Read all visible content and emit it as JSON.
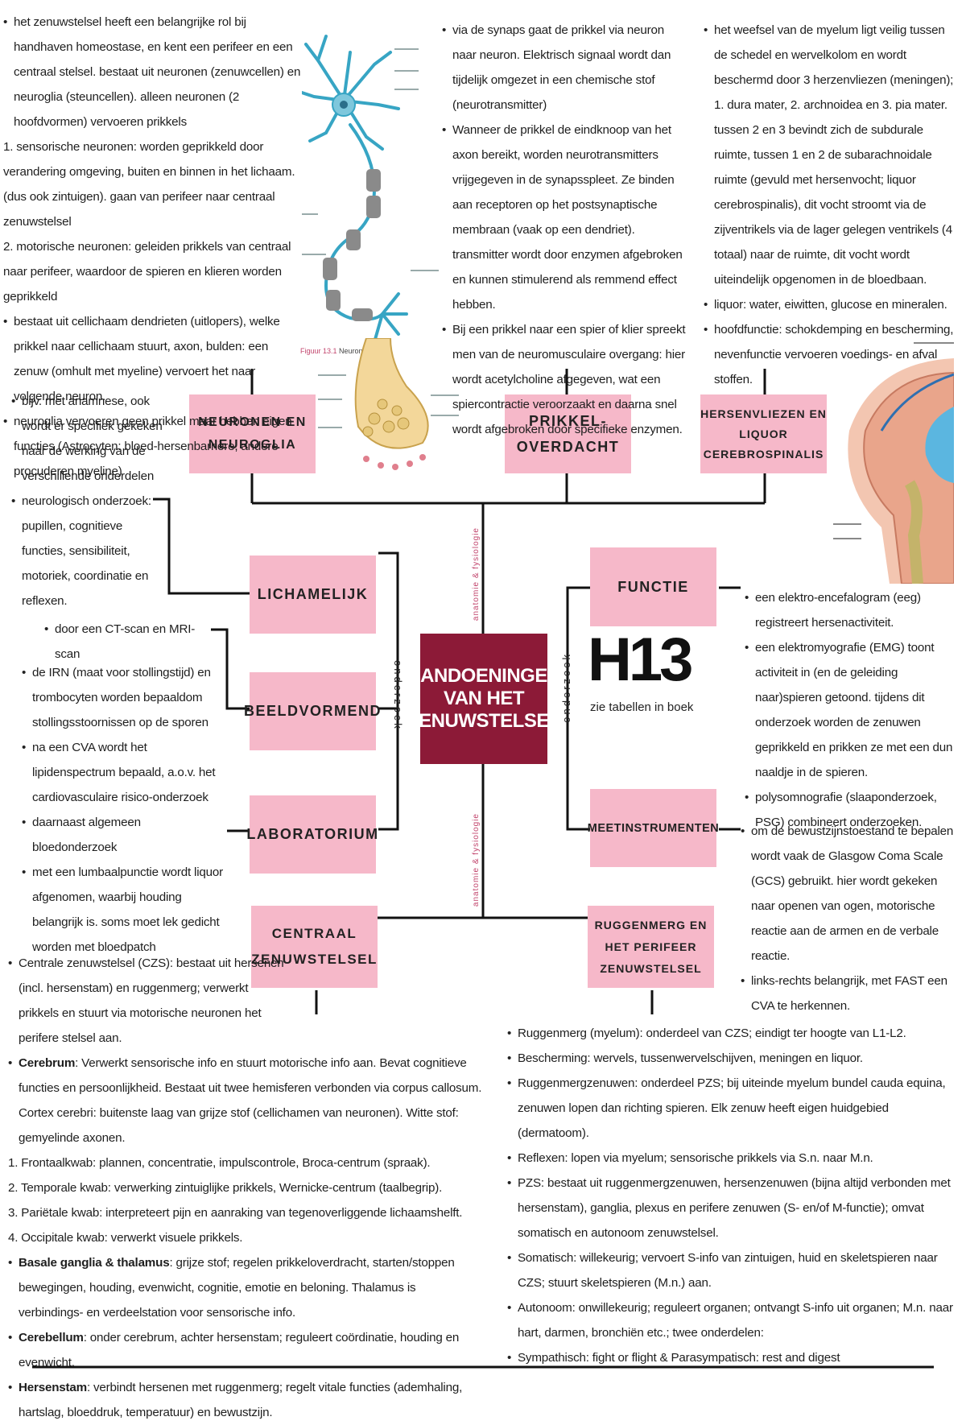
{
  "center": {
    "title": "AANDOENINGEN\nVAN HET\nZENUWSTELSEL"
  },
  "h13": {
    "title": "H13",
    "subtitle": "zie tabellen in boek"
  },
  "labels": {
    "onderzoek_left": "onderzoek",
    "onderzoek_right": "onderzoek",
    "anatomie_top": "anatomie & fysiologie",
    "anatomie_bottom": "anatomie & fysiologie"
  },
  "boxes": {
    "neuronen": "NEURONEN EN\nNEUROGLIA",
    "prikkel": "PRIKKEL-\nOVERDACHT",
    "hersenvliezen": "HERSENVLIEZEN EN\nLIQUOR\nCEREBROSPINALIS",
    "lichamelijk": "LICHAMELIJK",
    "beeldvormend": "BEELDVORMEND",
    "laboratorium": "LABORATORIUM",
    "functie": "FUNCTIE",
    "meetinstrumenten": "MEETINSTRUMENTEN",
    "centraal": "CENTRAAL\nZENUWSTELSEL",
    "ruggenmerg": "RUGGENMERG EN\nHET PERIFEER\nZENUWSTELSEL"
  },
  "figure": {
    "caption": "Figuur 13.1",
    "caption_title": "Neuron"
  },
  "neuronen_text": [
    "het zenuwstelsel heeft een belangrijke rol bij handhaven homeostase, en kent een perifeer en een centraal stelsel. bestaat uit neuronen (zenuwcellen) en neuroglia (steuncellen). alleen neuronen (2 hoofdvormen) vervoeren prikkels",
    "1. sensorische neuronen: worden geprikkeld door verandering omgeving, buiten en binnen in het lichaam. (dus ook zintuigen). gaan van perifeer naar centraal zenuwstelsel",
    "2. motorische neuronen: geleiden prikkels van centraal naar perifeer, waardoor de spieren en klieren worden geprikkeld",
    "bestaat uit cellichaam dendrieten (uitlopers), welke prikkel naar cellichaam stuurt, axon, bulden: een zenuw (omhult met myeline) vervoert het naar volgende neuron.",
    "neuroglia vervoeren geen prikkel maar hebben eigen functies (Astrocyten: bloed-hersenbarrière, andere procuderen myeline)"
  ],
  "prikkel_text": [
    "via de synaps gaat de prikkel via neuron naar neuron. Elektrisch signaal wordt dan tijdelijk omgezet in een chemische stof (neurotransmitter)",
    "Wanneer de prikkel de eindknoop van het axon bereikt, worden neurotransmitters vrijgegeven in de synapsspleet. Ze binden aan receptoren op het postsynaptische membraan (vaak op een dendriet). transmitter wordt door enzymen afgebroken en kunnen stimulerend als remmend effect hebben.",
    "Bij een prikkel naar een spier of klier spreekt men van de neuromusculaire overgang: hier wordt acetylcholine afgegeven, wat een spiercontractie veroorzaakt en daarna snel wordt afgebroken door specifieke enzymen."
  ],
  "hersenvliezen_text": [
    "het weefsel van de myelum ligt veilig tussen de schedel en wervelkolom en wordt beschermd door 3 herzenvliezen (meningen); 1. dura mater, 2. archnoidea en 3. pia mater. tussen 2 en 3 bevindt zich de subdurale ruimte, tussen 1 en 2 de subarachnoidale ruimte (gevuld met hersenvocht; liquor cerebrospinalis), dit vocht stroomt via de zijventrikels via de lager gelegen ventrikels (4 totaal) naar de ruimte, dit vocht wordt uiteindelijk opgenomen in de bloedbaan.",
    "liquor: water, eiwitten, glucose en mineralen.",
    "hoofdfunctie: schokdemping en bescherming, nevenfunctie vervoeren voedings- en afval stoffen."
  ],
  "lichamelijk_text": [
    "bijv. met anamnese, ook wordt er specifiek gekeken naar de werking van de verschillende onderdelen",
    "neurologisch onderzoek: pupillen, cognitieve functies, sensibiliteit, motoriek, coordinatie en reflexen."
  ],
  "beeldvormend_text": [
    "door een CT-scan en MRI-scan"
  ],
  "laboratorium_text": [
    "de IRN (maat voor stollingstijd) en trombocyten worden bepaaldom stollingsstoornissen op de sporen",
    "na een CVA wordt het lipidenspectrum bepaald, a.o.v. het cardiovasculaire risico-onderzoek",
    "daarnaast algemeen bloedonderzoek",
    "met een lumbaalpunctie wordt liquor afgenomen, waarbij houding belangrijk is. soms moet lek gedicht worden met bloedpatch"
  ],
  "functie_text": [
    "een elektro-encefalogram (eeg) registreert hersenactiviteit.",
    "een elektromyografie (EMG) toont activiteit in (en de geleiding naar)spieren getoond. tijdens dit onderzoek worden de zenuwen geprikkeld en prikken ze met een dun naaldje in de spieren.",
    "polysomnografie (slaaponderzoek, PSG) combineert onderzoeken."
  ],
  "meet_text": [
    "om de bewustzijnstoestand te bepalen wordt vaak de Glasgow Coma Scale (GCS) gebruikt. hier wordt gekeken naar openen van ogen, motorische reactie aan de armen en de verbale reactie.",
    "links-rechts belangrijk, met FAST een CVA te herkennen."
  ],
  "czs_text": {
    "intro": "Centrale zenuwstelsel (CZS): bestaat uit hersenen (incl. hersenstam) en ruggenmerg; verwerkt prikkels en stuurt via motorische neuronen het perifere stelsel aan.",
    "cerebrum_term": "Cerebrum",
    "cerebrum": ": Verwerkt sensorische info en stuurt motorische info aan. Bevat cognitieve functies en persoonlijkheid. Bestaat uit twee hemisferen verbonden via corpus callosum. Cortex cerebri: buitenste laag van grijze stof (cellichamen van neuronen). Witte stof: gemyelinde axonen.",
    "lobes": [
      "1. Frontaalkwab: plannen, concentratie, impulscontrole, Broca-centrum (spraak).",
      "2. Temporale kwab: verwerking zintuiglijke prikkels, Wernicke-centrum (taalbegrip).",
      "3. Pariëtale kwab: interpreteert pijn en aanraking van tegenoverliggende lichaamshelft.",
      "4. Occipitale kwab: verwerkt visuele prikkels."
    ],
    "basale_term": "Basale ganglia & thalamus",
    "basale": ": grijze stof; regelen prikkeloverdracht, starten/stoppen bewegingen, houding, evenwicht, cognitie, emotie en beloning. Thalamus is verbindings- en verdeelstation voor sensorische info.",
    "cerebellum_term": "Cerebellum",
    "cerebellum": ": onder cerebrum, achter hersenstam; reguleert coördinatie, houding en evenwicht.",
    "hersenstam_term": "Hersenstam",
    "hersenstam": ": verbindt hersenen met ruggenmerg; regelt vitale functies (ademhaling, hartslag, bloeddruk, temperatuur) en bewustzijn."
  },
  "pzs_text": [
    "Ruggenmerg (myelum): onderdeel van CZS; eindigt ter hoogte van L1-L2.",
    "Bescherming: wervels, tussenwervelschijven, meningen en liquor.",
    "Ruggenmergzenuwen: onderdeel PZS; bij uiteinde myelum bundel cauda equina, zenuwen lopen dan richting spieren. Elk zenuw heeft eigen huidgebied (dermatoom).",
    "Reflexen: lopen via myelum; sensorische prikkels via S.n. naar M.n.",
    "PZS: bestaat uit ruggenmergzenuwen, hersenzenuwen (bijna altijd verbonden met hersenstam), ganglia, plexus en perifere zenuwen (S- en/of M-functie); omvat somatisch en autonoom zenuwstelsel.",
    "Somatisch: willekeurig; vervoert S-info van zintuigen, huid en skeletspieren naar CZS; stuurt skeletspieren (M.n.) aan.",
    "Autonoom: onwillekeurig; reguleert organen; ontvangt S-info uit organen; M.n. naar hart, darmen, bronchiën etc.; twee onderdelen:",
    "Sympathisch: fight or flight & Parasympatisch: rest and digest"
  ]
}
